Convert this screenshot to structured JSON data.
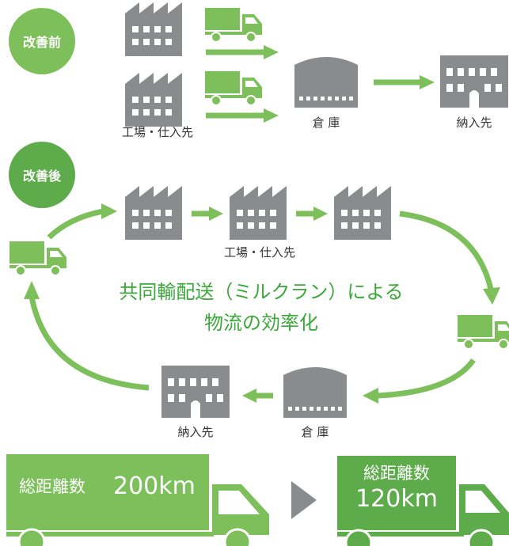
{
  "before": {
    "badge": "改善前",
    "factory_label": "工場・仕入先",
    "warehouse_label": "倉 庫",
    "customer_label": "納入先"
  },
  "after": {
    "badge": "改善後",
    "factory_label": "工場・仕入先",
    "warehouse_label": "倉 庫",
    "customer_label": "納入先",
    "headline_line1": "共同輸配送（ミルクラン）による",
    "headline_line2": "物流の効率化"
  },
  "comparison": {
    "before_label": "総距離数",
    "before_value": "200km",
    "after_label": "総距離数",
    "after_value": "120km"
  },
  "colors": {
    "gray": "#8a8b8c",
    "green": "#7dbf5a",
    "dark_green": "#5dab4a",
    "badge_light": "#7dbf5a",
    "badge_dark": "#5dab4a"
  }
}
